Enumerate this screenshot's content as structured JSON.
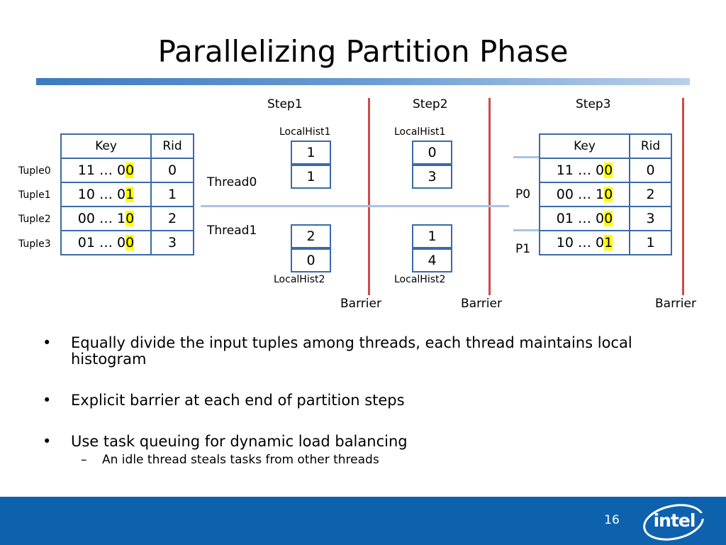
{
  "title": "Parallelizing Partition Phase",
  "steps": [
    "Step1",
    "Step2",
    "Step3"
  ],
  "threads": [
    "Thread0",
    "Thread1"
  ],
  "partitions": [
    "P0",
    "P1"
  ],
  "barriers": [
    "Barrier",
    "Barrier",
    "Barrier"
  ],
  "input_table": {
    "headers": [
      "Key",
      "Rid"
    ],
    "tuple_labels": [
      "Tuple0",
      "Tuple1",
      "Tuple2",
      "Tuple3"
    ],
    "rows": [
      {
        "key_prefix": "11 … 0",
        "key_bit": "0",
        "rid": "0"
      },
      {
        "key_prefix": "10 … 0",
        "key_bit": "1",
        "rid": "1"
      },
      {
        "key_prefix": "00 … 1",
        "key_bit": "0",
        "rid": "2"
      },
      {
        "key_prefix": "01 … 0",
        "key_bit": "0",
        "rid": "3"
      }
    ]
  },
  "hist_step1": {
    "top_label": "LocalHist1",
    "bottom_label": "LocalHist2",
    "thread0": [
      "1",
      "1"
    ],
    "thread1": [
      "2",
      "0"
    ]
  },
  "hist_step2": {
    "top_label": "LocalHist1",
    "bottom_label": "LocalHist2",
    "thread0": [
      "0",
      "3"
    ],
    "thread1": [
      "1",
      "4"
    ]
  },
  "output_table": {
    "headers": [
      "Key",
      "Rid"
    ],
    "rows": [
      {
        "key_prefix": "11 … 0",
        "key_bit": "0",
        "rid": "0"
      },
      {
        "key_prefix": "00 … 1",
        "key_bit": "0",
        "rid": "2"
      },
      {
        "key_prefix": "01 … 0",
        "key_bit": "0",
        "rid": "3"
      },
      {
        "key_prefix": "10 … 0",
        "key_bit": "1",
        "rid": "1"
      }
    ]
  },
  "bullets": [
    "Equally divide the input tuples among threads, each thread maintains local histogram",
    "Explicit barrier at each end of partition steps",
    "Use task queuing for dynamic load balancing"
  ],
  "sub_bullet": "An idle thread steals tasks from other threads",
  "bullet_symbol": "•",
  "sub_symbol": "–",
  "page_number": "16",
  "logo_text": "intel",
  "colors": {
    "accent": "#0e62ad",
    "barrier": "#cc4b4b",
    "highlight": "#ffff00",
    "cell_border": "#3b6aa8"
  }
}
